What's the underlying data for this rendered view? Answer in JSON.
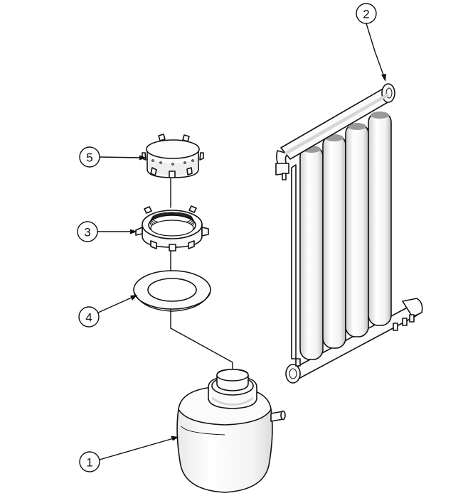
{
  "callouts": [
    {
      "id": "c1",
      "label": "1"
    },
    {
      "id": "c2",
      "label": "2"
    },
    {
      "id": "c3",
      "label": "3"
    },
    {
      "id": "c4",
      "label": "4"
    },
    {
      "id": "c5",
      "label": "5"
    }
  ],
  "colors": {
    "line": "#111111",
    "background": "#ffffff",
    "shade": "#d6d6d6"
  }
}
